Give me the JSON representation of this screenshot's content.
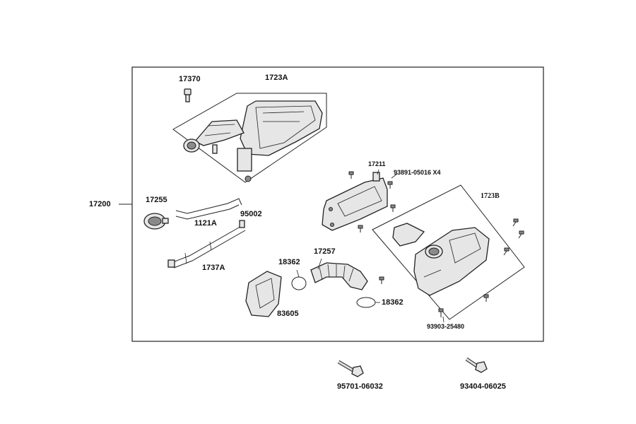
{
  "labels": {
    "p17370": "17370",
    "p1723A": "1723A",
    "p17200": "17200",
    "p17255": "17255",
    "p1121A": "1121A",
    "p95002": "95002",
    "p1737A": "1737A",
    "p17211": "17211",
    "p93891": "93891-05016 X4",
    "p1723B": "1723B",
    "p18362a": "18362",
    "p17257": "17257",
    "p18362b": "18362",
    "p83605": "83605",
    "p93903": "93903-25480",
    "p95701": "95701-06032",
    "p93404": "93404-06025"
  }
}
